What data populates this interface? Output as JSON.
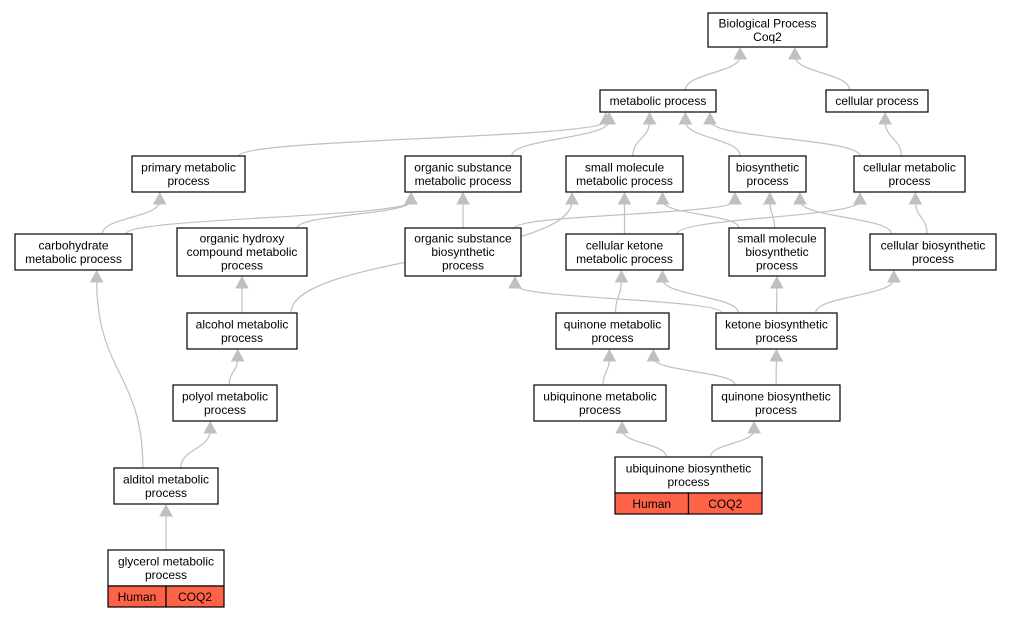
{
  "diagram": {
    "colors": {
      "edge": "#c0c0c0",
      "tag": "#ff6347",
      "border": "#000000"
    },
    "nodes": [
      {
        "id": "bp",
        "lines": [
          "Biological Process",
          "Coq2"
        ]
      },
      {
        "id": "mp",
        "lines": [
          "metabolic process"
        ]
      },
      {
        "id": "cp",
        "lines": [
          "cellular process"
        ]
      },
      {
        "id": "pmp",
        "lines": [
          "primary metabolic",
          "process"
        ]
      },
      {
        "id": "osmp",
        "lines": [
          "organic substance",
          "metabolic process"
        ]
      },
      {
        "id": "smmp",
        "lines": [
          "small molecule",
          "metabolic process"
        ]
      },
      {
        "id": "bio",
        "lines": [
          "biosynthetic",
          "process"
        ]
      },
      {
        "id": "cmp",
        "lines": [
          "cellular metabolic",
          "process"
        ]
      },
      {
        "id": "carb",
        "lines": [
          "carbohydrate",
          "metabolic process"
        ]
      },
      {
        "id": "ohc",
        "lines": [
          "organic hydroxy",
          "compound metabolic",
          "process"
        ]
      },
      {
        "id": "osbp",
        "lines": [
          "organic substance",
          "biosynthetic",
          "process"
        ]
      },
      {
        "id": "ckmp",
        "lines": [
          "cellular ketone",
          "metabolic process"
        ]
      },
      {
        "id": "smbp",
        "lines": [
          "small molecule",
          "biosynthetic",
          "process"
        ]
      },
      {
        "id": "cbp",
        "lines": [
          "cellular biosynthetic",
          "process"
        ]
      },
      {
        "id": "amp",
        "lines": [
          "alcohol metabolic",
          "process"
        ]
      },
      {
        "id": "qmp",
        "lines": [
          "quinone metabolic",
          "process"
        ]
      },
      {
        "id": "kbp",
        "lines": [
          "ketone biosynthetic",
          "process"
        ]
      },
      {
        "id": "pol",
        "lines": [
          "polyol metabolic",
          "process"
        ]
      },
      {
        "id": "ump",
        "lines": [
          "ubiquinone metabolic",
          "process"
        ]
      },
      {
        "id": "qbp",
        "lines": [
          "quinone biosynthetic",
          "process"
        ]
      },
      {
        "id": "alm",
        "lines": [
          "alditol metabolic",
          "process"
        ]
      },
      {
        "id": "ubp",
        "lines": [
          "ubiquinone biosynthetic",
          "process"
        ],
        "tags": [
          "Human",
          "COQ2"
        ]
      },
      {
        "id": "gly",
        "lines": [
          "glycerol metabolic",
          "process"
        ],
        "tags": [
          "Human",
          "COQ2"
        ]
      }
    ],
    "edges": [
      [
        "mp",
        "bp"
      ],
      [
        "cp",
        "bp"
      ],
      [
        "pmp",
        "mp"
      ],
      [
        "osmp",
        "mp"
      ],
      [
        "smmp",
        "mp"
      ],
      [
        "bio",
        "mp"
      ],
      [
        "cmp",
        "mp"
      ],
      [
        "cmp",
        "cp"
      ],
      [
        "carb",
        "pmp"
      ],
      [
        "carb",
        "osmp"
      ],
      [
        "ohc",
        "osmp"
      ],
      [
        "amp",
        "smmp"
      ],
      [
        "osbp",
        "osmp"
      ],
      [
        "osbp",
        "bio"
      ],
      [
        "ckmp",
        "smmp"
      ],
      [
        "ckmp",
        "cmp"
      ],
      [
        "smbp",
        "smmp"
      ],
      [
        "smbp",
        "bio"
      ],
      [
        "cbp",
        "bio"
      ],
      [
        "cbp",
        "cmp"
      ],
      [
        "amp",
        "ohc"
      ],
      [
        "qmp",
        "ckmp"
      ],
      [
        "kbp",
        "ckmp"
      ],
      [
        "kbp",
        "smbp"
      ],
      [
        "kbp",
        "osbp"
      ],
      [
        "kbp",
        "cbp"
      ],
      [
        "pol",
        "amp"
      ],
      [
        "ump",
        "qmp"
      ],
      [
        "qbp",
        "qmp"
      ],
      [
        "qbp",
        "kbp"
      ],
      [
        "alm",
        "pol"
      ],
      [
        "alm",
        "carb"
      ],
      [
        "ubp",
        "ump"
      ],
      [
        "ubp",
        "qbp"
      ],
      [
        "gly",
        "alm"
      ]
    ]
  }
}
